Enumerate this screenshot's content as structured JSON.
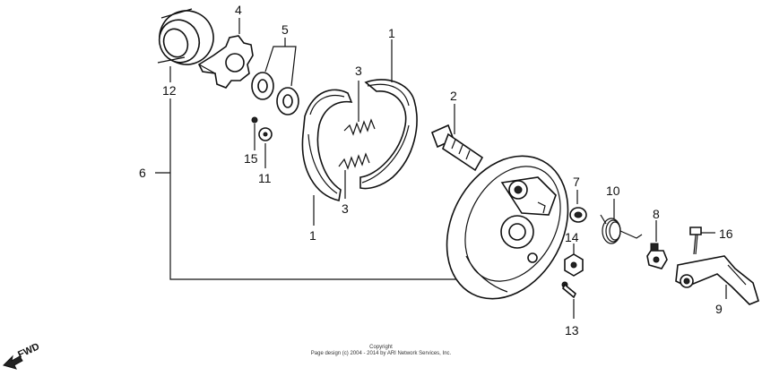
{
  "callouts": [
    "1",
    "1",
    "2",
    "3",
    "3",
    "4",
    "5",
    "6",
    "7",
    "8",
    "9",
    "10",
    "11",
    "12",
    "13",
    "14",
    "15",
    "16"
  ],
  "direction": "FWD",
  "copyright": {
    "line1": "Copyright",
    "line2": "Page design (c) 2004 - 2014 by ARI Network Services, Inc."
  }
}
